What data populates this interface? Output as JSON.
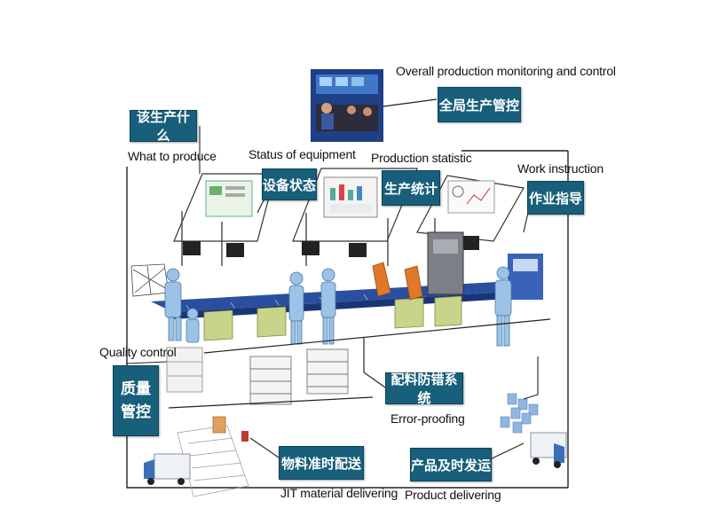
{
  "labels": {
    "overall_en": "Overall production monitoring and control",
    "overall_cn": "全局生产管控",
    "what_cn": "该生产什么",
    "what_en": "What to produce",
    "status_en": "Status of equipment",
    "status_cn": "设备状态",
    "stat_en": "Production statistic",
    "stat_cn": "生产统计",
    "work_en": "Work instruction",
    "work_cn": "作业指导",
    "quality_en": "Quality control",
    "quality_cn_line1": "质量",
    "quality_cn_line2": "管控",
    "error_cn": "配料防错系统",
    "error_en": "Error-proofing",
    "jit_cn": "物料准时配送",
    "jit_en": "JIT material delivering",
    "product_cn": "产品及时发运",
    "product_en": "Product delivering"
  },
  "colors": {
    "tag_bg": "#175f7a",
    "conveyor": "#2a4fa0",
    "worker": "#9cc3e6",
    "robot": "#e0782a",
    "panel": "#c8d48a"
  }
}
